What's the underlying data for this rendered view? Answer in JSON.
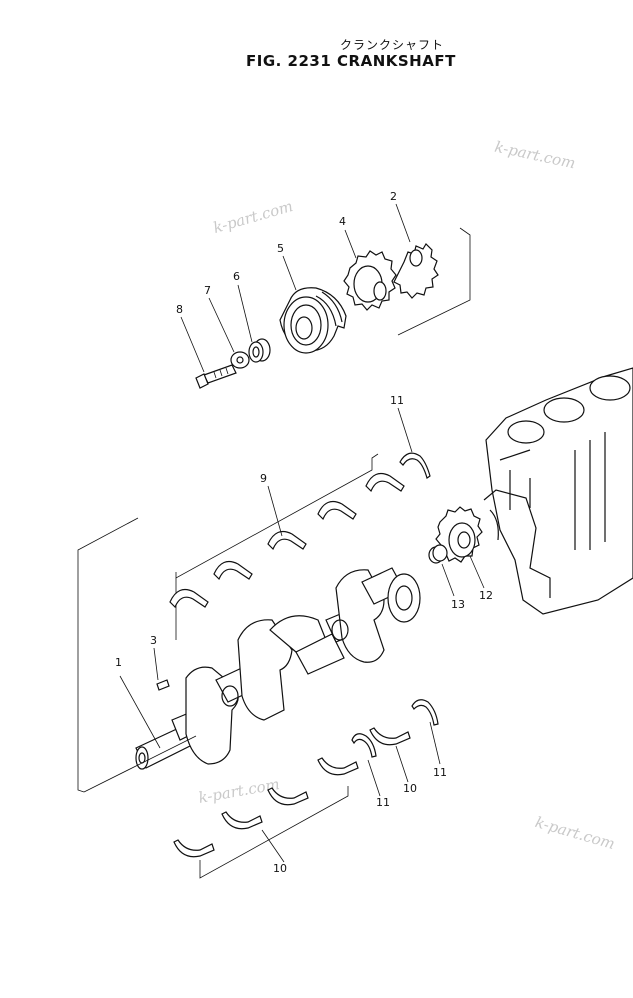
{
  "header": {
    "title_jp": "クランクシャフト",
    "title": "FIG. 2231   CRANKSHAFT"
  },
  "watermarks": [
    "k-part.com",
    "k-part.com",
    "k-part.com",
    "k-part.com"
  ],
  "callouts": {
    "c1": "1",
    "c2": "2",
    "c3": "3",
    "c4": "4",
    "c5": "5",
    "c6": "6",
    "c7": "7",
    "c8": "8",
    "c9": "9",
    "c10a": "10",
    "c10b": "10",
    "c11a": "11",
    "c11b": "11",
    "c11c": "11",
    "c12": "12",
    "c13": "13"
  }
}
